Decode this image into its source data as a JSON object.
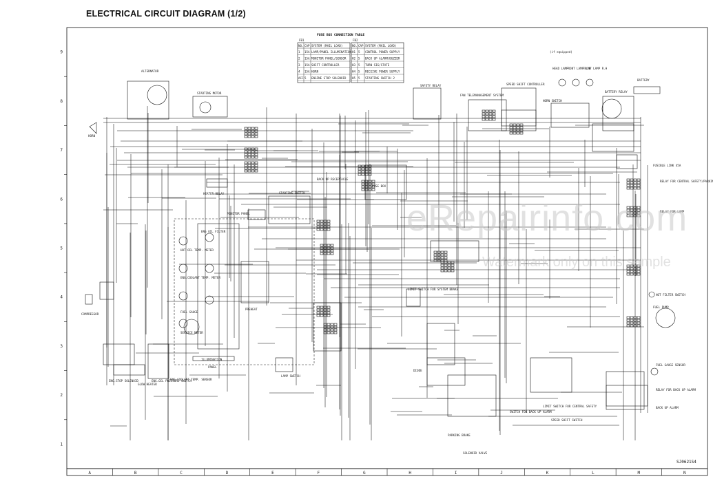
{
  "title": "ELECTRICAL CIRCUIT DIAGRAM (1/2)",
  "doc_number": "SJ0621S4",
  "watermark": "eRepairinfo.com",
  "watermark_note": "Watermark only on this sample",
  "frame": {
    "row_labels": [
      "9",
      "8",
      "7",
      "6",
      "5",
      "4",
      "3",
      "2",
      "1"
    ],
    "col_labels": [
      "A",
      "B",
      "C",
      "D",
      "E",
      "F",
      "G",
      "H",
      "I",
      "J",
      "K",
      "L",
      "M",
      "N"
    ]
  },
  "fuse_table": {
    "title": "FUSE BOX CONNECTION TABLE",
    "group1": "FB1",
    "group2": "FB2",
    "headers": [
      "NO.",
      "CAP.",
      "SYSTEM (MAIL LOAD)"
    ],
    "rows_left": [
      [
        "1",
        "15A",
        "LAMP/PANEL ILLUMINATION"
      ],
      [
        "2",
        "15A",
        "MONITOR PANEL/SENSOR"
      ],
      [
        "3",
        "15A",
        "SHIFT CONTROLLER"
      ],
      [
        "4",
        "15A",
        "HORN"
      ],
      [
        "ACC",
        "5",
        "ENGINE STOP SOLENOID"
      ]
    ],
    "rows_right": [
      [
        "H1",
        "5",
        "CONTROL POWER SUPPLY"
      ],
      [
        "H2",
        "5",
        "BACK UP ALARM/BUZZER"
      ],
      [
        "H3",
        "5",
        "TURN SIG/STATE"
      ],
      [
        "H4",
        "5",
        "RECEIVE POWER SUPPLY"
      ],
      [
        "H5",
        "5",
        "STARTING SWITCH 2"
      ]
    ]
  },
  "components": {
    "alternator": "ALTERNATOR",
    "starting_motor": "STARTING MOTOR",
    "heater_relay": "HEATER RELAY",
    "horn": "HORN",
    "compressor": "COMPRESSOR",
    "engine_stop_solenoid": "ENG.STOP SOLENOID",
    "glow_heater": "GLOW HEATER",
    "eng_oil_pressure_switch": "ENG.OIL PRESSURE SWITCH",
    "eng_coolant_temp_sensor": "ENG.COOLANT TEMP. SENSOR",
    "starting_switch": "STARTING SWITCH",
    "fuse_box": "FUSE BOX",
    "backup_receptacle": "BACK UP RECEPTACLE",
    "safety_relay": "SAFETY RELAY",
    "speed_shift_controller": "SPEED SHIFT CONTROLLER",
    "fan_telemanagement": "FAN TELEMANAGEMENT SYSTEM",
    "horn_switch": "HORN SWITCH",
    "head_lamp": "HEAD LAMP",
    "front_lamp_lh": "FRONT LAMP L.H",
    "front_lamp_rh": "FRONT LAMP R.H",
    "battery": "BATTERY",
    "battery_relay": "BATTERY RELAY",
    "fusible_link": "FUSIBLE LINK 45A",
    "relay_central": "RELAY FOR CENTRAL SAFETY/PARKING BRAKE",
    "relay_lamp": "RELAY FOR LAMP",
    "relay_backup_alarm": "RELAY FOR BACK UP ALARM",
    "backup_alarm": "BACK UP ALARM",
    "fuel_gauge_sensor": "FUEL GAUGE SENSOR",
    "fuel_pump": "FUEL PUMP",
    "diode": "DIODE",
    "panel": "PANEL",
    "illumination": "ILLUMINATION",
    "lamp_switch": "LAMP SWITCH",
    "preheat": "PREHEAT",
    "eng_oil_filter": "ENG OIL FILTER",
    "hot_oil_temp_meter": "HOT OIL TEMP. METER",
    "eng_coolant_temp_meter": "ENG.COOLANT TEMP. METER",
    "service_meter": "SERVICE METER",
    "fuel_gauge": "FUEL GAUGE",
    "limit_switch_fsd": "LIMIT SWITCH FOR SYSTEM BRAKE",
    "limit_switch_central": "LIMIT SWITCH FOR CENTRAL SAFETY",
    "speed_shift_switch": "SPEED SHIFT SWITCH",
    "switch_backup_alarm": "SWITCH FOR BACK UP ALARM",
    "parking_brake": "PARKING BRAKE",
    "solenoid_valve": "SOLENOID VALVE",
    "hot_filter_switch": "HOT FILTER SWITCH",
    "monitor_panel": "MONITOR PANEL",
    "note_if_equipped": "(if equipped)"
  }
}
